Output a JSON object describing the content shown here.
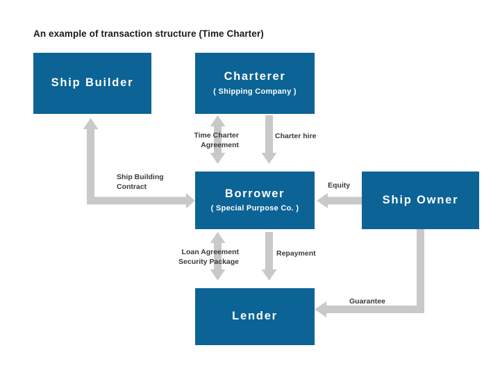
{
  "title": "An example of transaction structure (Time Charter)",
  "colors": {
    "box_blue": "#0c6396",
    "arrow_gray": "#c9c9c9",
    "label_text": "#3a3a3a",
    "title_text": "#1a1a1a",
    "background": "#ffffff"
  },
  "entities": [
    {
      "key": "ship_builder",
      "name": "Ship Builder",
      "subtitle": ""
    },
    {
      "key": "charterer",
      "name": "Charterer",
      "subtitle": "( Shipping Company )"
    },
    {
      "key": "borrower",
      "name": "Borrower",
      "subtitle": "( Special Purpose Co. )"
    },
    {
      "key": "ship_owner",
      "name": "Ship Owner",
      "subtitle": ""
    },
    {
      "key": "lender",
      "name": "Lender",
      "subtitle": ""
    }
  ],
  "boxes": {
    "ship_builder": {
      "name": "Ship Builder",
      "subtitle": ""
    },
    "charterer": {
      "name": "Charterer",
      "subtitle": "( Shipping Company )"
    },
    "borrower": {
      "name": "Borrower",
      "subtitle": "( Special Purpose Co. )"
    },
    "ship_owner": {
      "name": "Ship Owner",
      "subtitle": ""
    },
    "lender": {
      "name": "Lender",
      "subtitle": ""
    }
  },
  "connections": [
    {
      "key": "time_charter_agreement",
      "label": "Time Charter\nAgreement",
      "from": "Charterer",
      "to": "Borrower",
      "direction": "bidirectional",
      "shape": "vertical"
    },
    {
      "key": "charter_hire",
      "label": "Charter hire",
      "from": "Charterer",
      "to": "Borrower",
      "direction": "down",
      "shape": "vertical"
    },
    {
      "key": "ship_building_contract",
      "label": "Ship Building\nContract",
      "from": "Borrower",
      "to": "Ship Builder",
      "direction": "bidirectional",
      "shape": "elbow"
    },
    {
      "key": "equity",
      "label": "Equity",
      "from": "Ship Owner",
      "to": "Borrower",
      "direction": "left",
      "shape": "horizontal"
    },
    {
      "key": "loan_agreement_security_package",
      "label": "Loan Agreement\nSecurity Package",
      "from": "Borrower",
      "to": "Lender",
      "direction": "bidirectional",
      "shape": "vertical"
    },
    {
      "key": "repayment",
      "label": "Repayment",
      "from": "Borrower",
      "to": "Lender",
      "direction": "down",
      "shape": "vertical"
    },
    {
      "key": "guarantee",
      "label": "Guarantee",
      "from": "Ship Owner",
      "to": "Lender",
      "direction": "left",
      "shape": "elbow"
    }
  ]
}
